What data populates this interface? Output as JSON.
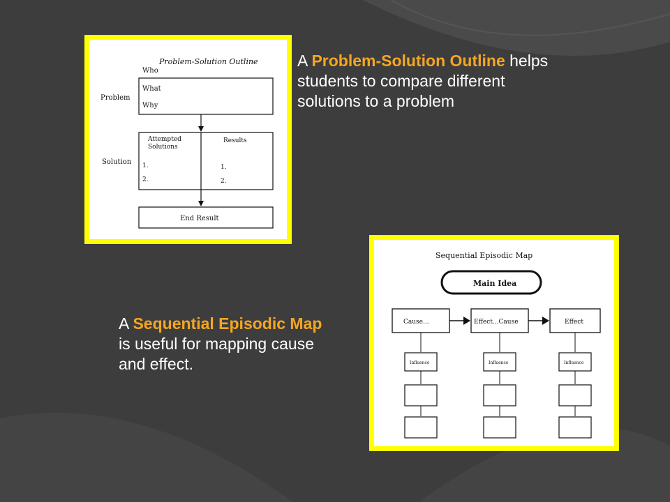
{
  "slide": {
    "caption1": {
      "prefix": "A ",
      "highlight": "Problem-Solution Outline",
      "line1_rest": " helps",
      "line2": "students to compare different",
      "line3": "solutions to a problem"
    },
    "caption2": {
      "prefix": "A ",
      "highlight": "Sequential Episodic Map",
      "line2": "is useful for mapping cause",
      "line3": "and effect."
    }
  },
  "diagram1": {
    "title": "Problem-Solution Outline",
    "problem_label": "Problem",
    "who": "Who",
    "what": "What",
    "why": "Why",
    "solution_label": "Solution",
    "attempted_1": "Attempted",
    "attempted_2": "Solutions",
    "results": "Results",
    "item1_left": "1.",
    "item2_left": "2.",
    "item1_right": "1.",
    "item2_right": "2.",
    "end_result": "End Result"
  },
  "diagram2": {
    "title": "Sequential Episodic Map",
    "main_idea": "Main Idea",
    "cause": "Cause...",
    "effect_cause": "Effect...Cause",
    "effect": "Effect",
    "influence": "Influence"
  },
  "colors": {
    "background": "#3d3d3d",
    "highlight": "#f4a623",
    "frame": "#ffff00"
  }
}
